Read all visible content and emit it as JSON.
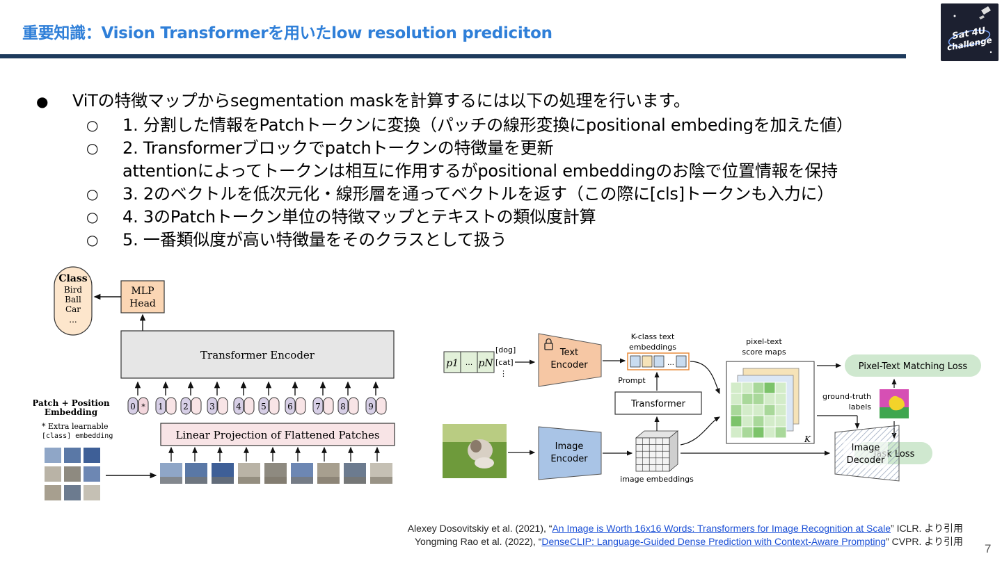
{
  "slide": {
    "title": "重要知識：Vision Transformerを用いたlow resolution prediciton",
    "logo_text": "Sat 4U challenge",
    "page_number": "7"
  },
  "bullets": {
    "main": "ViTの特徴マップからsegmentation maskを計算するには以下の処理を行います。",
    "sub": [
      "1. 分割した情報をPatchトークンに変換（パッチの線形変換にpositional embedingを加えた値）",
      "2. Transformerブロックでpatchトークンの特徴量を更新",
      "3. 2のベクトルを低次元化・線形層を通ってベクトルを返す（この際に[cls]トークンも入力に）",
      "4. 3のPatchトークン単位の特徴マップとテキストの類似度計算",
      "5. 一番類似度が高い特徴量をそのクラスとして扱う"
    ],
    "continuation": "attentionによってトークンは相互に作用するがpositional embeddingのお陰で位置情報を保持"
  },
  "vit_figure": {
    "class_title": "Class",
    "classes": [
      "Bird",
      "Ball",
      "Car",
      "..."
    ],
    "mlp_head": [
      "MLP",
      "Head"
    ],
    "encoder": "Transformer Encoder",
    "embed_label": [
      "Patch + Position",
      "Embedding"
    ],
    "extra_note": [
      "* Extra learnable",
      "[class] embedding"
    ],
    "projection": "Linear Projection of Flattened Patches",
    "token_ids": [
      "0*",
      "1",
      "2",
      "3",
      "4",
      "5",
      "6",
      "7",
      "8",
      "9"
    ]
  },
  "denseclip_figure": {
    "tokens": [
      "p1",
      "...",
      "pN"
    ],
    "class_words": [
      "[dog]",
      "[cat]",
      "⋮"
    ],
    "text_encoder": [
      "Text",
      "Encoder"
    ],
    "image_encoder": [
      "Image",
      "Encoder"
    ],
    "kclass": [
      "K-class text",
      "embeddings"
    ],
    "prompt": "Prompt",
    "transformer": "Transformer",
    "image_embeddings": "image embeddings",
    "score_maps": [
      "pixel-text",
      "score maps"
    ],
    "k_label": "K",
    "matching_loss": "Pixel-Text Matching Loss",
    "gt_labels": [
      "ground-truth",
      "labels"
    ],
    "decoder": [
      "Image",
      "Decoder"
    ],
    "task_loss": "Task Loss"
  },
  "references": [
    {
      "before": "Alexey Dosovitskiy et al. (2021), “",
      "link": "An Image is Worth 16x16 Words: Transformers for Image Recognition at Scale",
      "after": "” ICLR. より引用"
    },
    {
      "before": "Yongming Rao et al. (2022), “",
      "link": "DenseCLIP: Language-Guided Dense Prediction with Context-Aware Prompting",
      "after": "” CVPR. より引用"
    }
  ],
  "colors": {
    "title_blue": "#2f7fd8",
    "bar_navy": "#1d3a5c",
    "mlp_orange": "#fbd6b4",
    "class_orange": "#fde6cc",
    "encoder_gray": "#e6e6e6",
    "projection_pink": "#f8e4e6",
    "text_encoder": "#f6c7a4",
    "image_encoder": "#a9c4e6",
    "loss_green": "#cfe8cf"
  }
}
